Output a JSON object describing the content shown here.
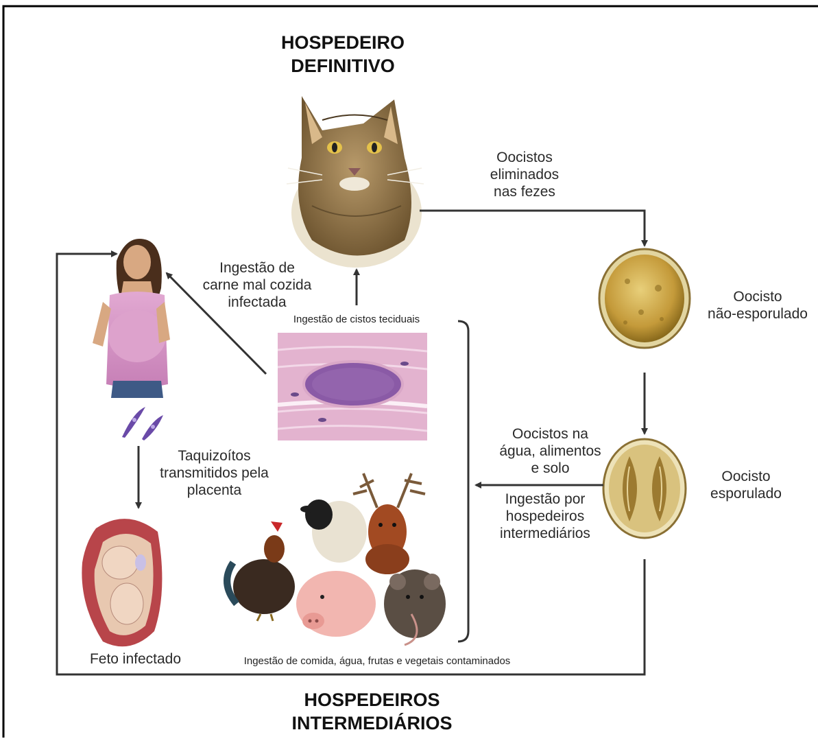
{
  "definitive_host": {
    "line1": "HOSPEDEIRO",
    "line2": "DEFINITIVO"
  },
  "intermediate_hosts": {
    "line1": "HOSPEDEIROS",
    "line2": "INTERMEDIÁRIOS"
  },
  "labels": {
    "oocysts_feces": [
      "Oocistos",
      "eliminados",
      "nas fezes"
    ],
    "unsporulated": [
      "Oocisto",
      "não-esporulado"
    ],
    "sporulated": [
      "Oocisto",
      "esporulado"
    ],
    "oocysts_env": [
      "Oocistos na",
      "água, alimentos",
      "e solo"
    ],
    "ingestion_intermediate": [
      "Ingestão por",
      "hospedeiros",
      "intermediários"
    ],
    "meat_ingestion": [
      "Ingestão de",
      "carne mal cozida",
      "infectada"
    ],
    "tissue_cysts": "Ingestão de cistos teciduais",
    "tachyzoites": [
      "Taquizoítos",
      "transmitidos pela",
      "placenta"
    ],
    "fetus": "Feto infectado",
    "food_ingestion": "Ingestão de comida, água, frutas e vegetais contaminados"
  },
  "colors": {
    "border": "#000000",
    "arrow": "#333333",
    "oocyst_gold": "#c9a84a",
    "muscle_pink": "#e3b3cf",
    "cyst_purple": "#8a5aa6"
  },
  "icons": [
    "cat",
    "pregnant-woman",
    "tachyzoites",
    "fetus",
    "muscle-tissue-cyst",
    "oocyst-unsporulated",
    "oocyst-sporulated",
    "rooster",
    "sheep",
    "deer",
    "pig",
    "rat"
  ]
}
